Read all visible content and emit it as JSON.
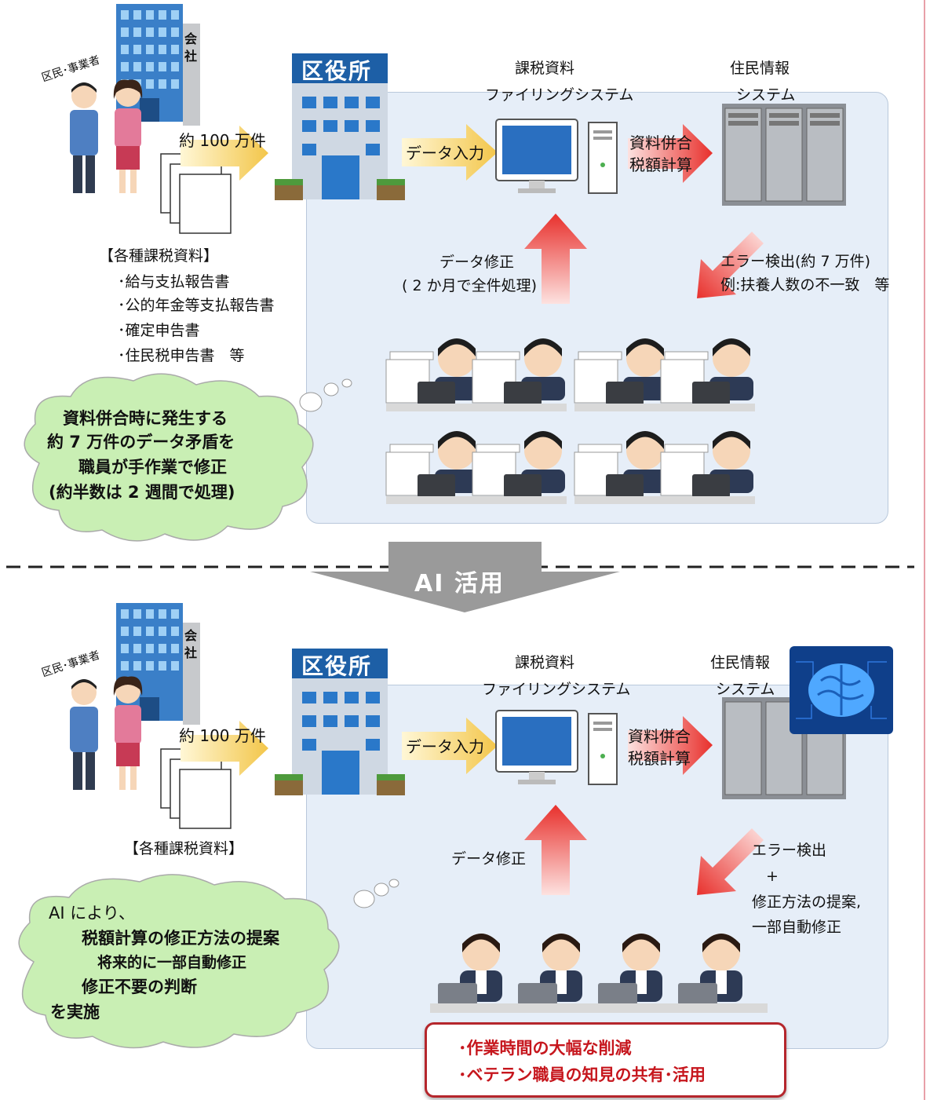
{
  "before": {
    "residents_label": "区民･事業者",
    "company_sign": [
      "会",
      "社"
    ],
    "office_sign": "区役所",
    "count_label": "約 100 万件",
    "documents_title": "【各種課税資料】",
    "documents_items": [
      "･給与支払報告書",
      "･公的年金等支払報告書",
      "･確定申告書",
      "･住民税申告書　等"
    ],
    "filing_system_title": [
      "課税資料",
      "ファイリングシステム"
    ],
    "resident_system_title": [
      "住民情報",
      "システム"
    ],
    "data_input_label": "データ入力",
    "merge_label": [
      "資料併合",
      "税額計算"
    ],
    "fix_label": [
      "データ修正",
      "( 2 か月で全件処理)"
    ],
    "error_label": [
      "エラー検出(約 7 万件)",
      "例:扶養人数の不一致　等"
    ],
    "cloud_text": [
      "資料併合時に発生する",
      "約 7 万件のデータ矛盾を",
      "職員が手作業で修正",
      "(約半数は 2 週間で処理)"
    ]
  },
  "divider_label": "AI 活用",
  "after": {
    "residents_label": "区民･事業者",
    "company_sign": [
      "会",
      "社"
    ],
    "office_sign": "区役所",
    "count_label": "約 100 万件",
    "documents_title": "【各種課税資料】",
    "filing_system_title": [
      "課税資料",
      "ファイリングシステム"
    ],
    "resident_system_title": [
      "住民情報",
      "システム"
    ],
    "data_input_label": "データ入力",
    "merge_label": [
      "資料併合",
      "税額計算"
    ],
    "fix_label": "データ修正",
    "error_label": [
      "エラー検出",
      "+",
      "修正方法の提案,",
      "一部自動修正"
    ],
    "cloud_text": [
      "AI により、",
      "税額計算の修正方法の提案",
      "将来的に一部自動修正",
      "修正不要の判断",
      "を実施"
    ],
    "result_items": [
      "･作業時間の大幅な削減",
      "･ベテラン職員の知見の共有･活用"
    ]
  },
  "colors": {
    "panel": "#e6eef8",
    "arrow_red": "#e8302c",
    "arrow_yellow": "#f3c64a",
    "cloud": "#c9efb4",
    "result_border": "#b5262c",
    "result_text": "#c6161d"
  }
}
